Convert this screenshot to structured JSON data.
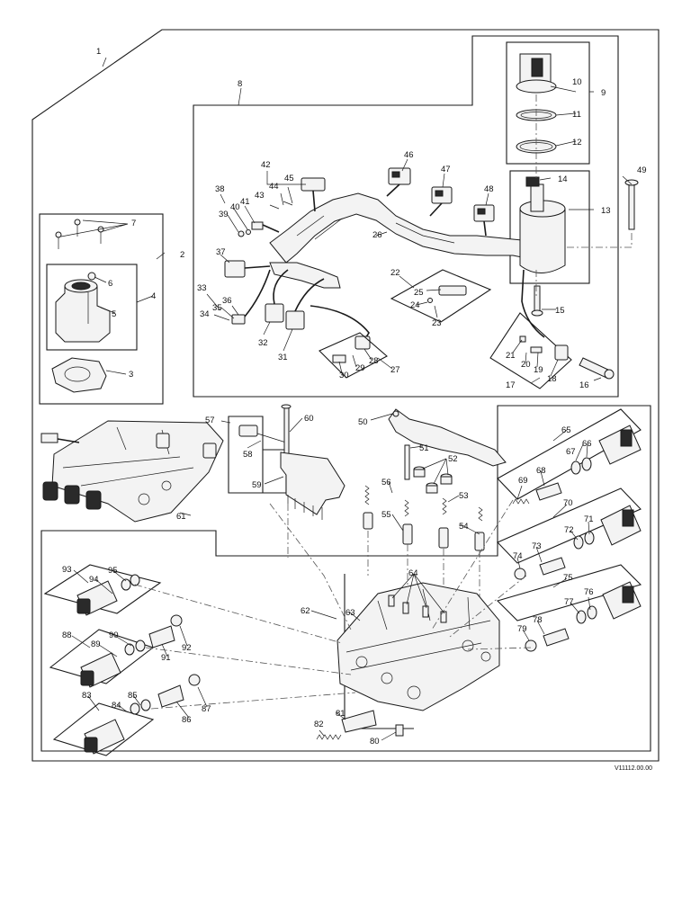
{
  "callouts": [
    "1",
    "2",
    "3",
    "4",
    "5",
    "6",
    "7",
    "8",
    "9",
    "10",
    "11",
    "12",
    "13",
    "14",
    "15",
    "16",
    "17",
    "18",
    "19",
    "20",
    "21",
    "22",
    "23",
    "24",
    "25",
    "26",
    "27",
    "28",
    "29",
    "30",
    "31",
    "32",
    "33",
    "34",
    "35",
    "36",
    "37",
    "38",
    "39",
    "40",
    "41",
    "42",
    "43",
    "44",
    "45",
    "46",
    "47",
    "48",
    "49",
    "50",
    "51",
    "52",
    "53",
    "54",
    "55",
    "56",
    "57",
    "58",
    "59",
    "60",
    "61",
    "62",
    "63",
    "64",
    "65",
    "66",
    "67",
    "68",
    "69",
    "70",
    "71",
    "72",
    "73",
    "74",
    "75",
    "76",
    "77",
    "78",
    "79",
    "80",
    "81",
    "82",
    "83",
    "84",
    "85",
    "86",
    "87",
    "88",
    "89",
    "90",
    "91",
    "92",
    "93",
    "94",
    "95"
  ],
  "reference_code": "V11112.00.00"
}
